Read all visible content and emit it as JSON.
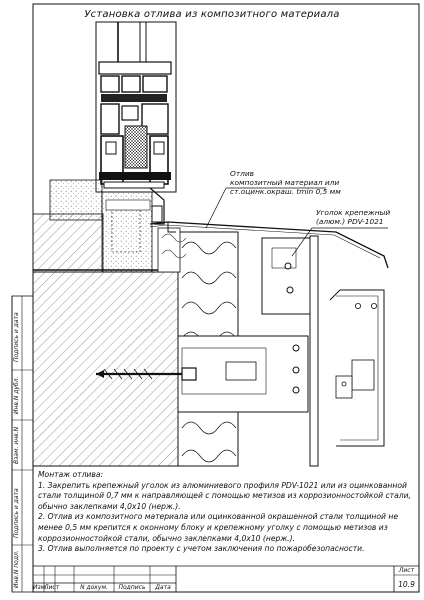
{
  "title": "Установка отлива из композитного материала",
  "callouts": {
    "otliv": {
      "heading": "Отлив",
      "line1": "композитный материал или",
      "line2": "ст.оцинк.окраш. tmin 0,5 мм"
    },
    "ugolok": {
      "line1": "Уголок крепежный",
      "line2": "(алюм.) PDV-1021"
    }
  },
  "notes": {
    "heading": "Монтаж отлива:",
    "items": [
      "1. Закрепить крепежный уголок из алюминиевого профиля PDV-1021 или из оцинкованной стали толщиной 0,7 мм к направляющей с помощью метизов из коррозионностойкой стали, обычно заклепками 4,0х10 (нерж.).",
      "2. Отлив из композитного материала или оцинкованной окрашенной стали толщиной не менее 0,5 мм крепится к оконному блоку и крепежному уголку с помощью метизов из коррозионностойкой стали, обычно заклепками 4,0х10 (нерж.).",
      "3. Отлив выполняется по проекту с учетом заключения по пожаробезопасности."
    ]
  },
  "side_labels": [
    "Подпись и дата",
    "Инв.N дубл.",
    "Взам. инв.N",
    "Подпись и дата",
    "Инв.N подл."
  ],
  "stamp": {
    "columns": [
      "Изм.",
      "Лист",
      "N докум.",
      "Подпись",
      "Дата"
    ],
    "sheet_label": "Лист",
    "sheet_number": "10.9"
  }
}
